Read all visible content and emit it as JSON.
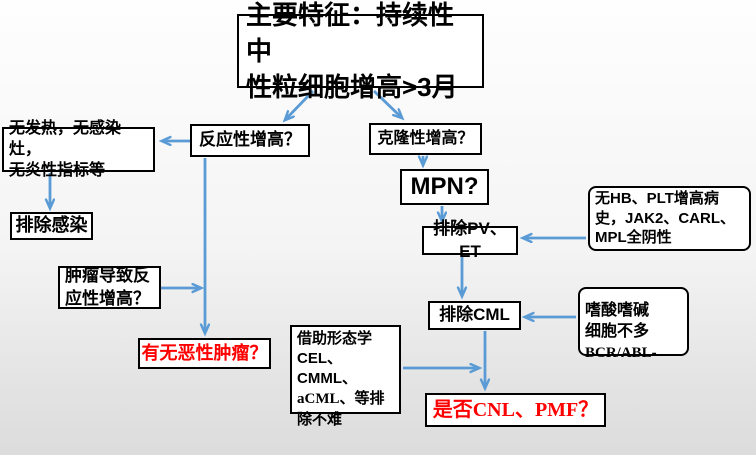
{
  "slide": {
    "background_top": "#fefefe",
    "background_bottom": "#dcdcdc"
  },
  "colors": {
    "arrow": "#5b9bd5",
    "box_border": "#000000",
    "box_background": "#ffffff",
    "text": "#000000",
    "highlight_red": "#ff0000"
  },
  "nodes": {
    "title": {
      "text": "主要特征：持续性中\n性粒细胞增高>3月"
    },
    "no_fever": {
      "text": "无发热，无感染灶，\n无炎性指标等"
    },
    "reactive": {
      "text": "反应性增高？"
    },
    "clonal": {
      "text": "克隆性增高？"
    },
    "exclude_infection": {
      "text": "排除感染"
    },
    "mpn": {
      "text": "MPN?"
    },
    "no_hb": {
      "text": "无HB、PLT增高病\n史，JAK2、CARL、\nMPL全阴性"
    },
    "exclude_pv_et": {
      "text": "排除PV、ET"
    },
    "tumor": {
      "text": "肿瘤导致反\n应性增高？"
    },
    "eos": {
      "line_sans": "嗜酸嗜碱\n细胞不多\n",
      "line_serif": "BCR/ABL-"
    },
    "exclude_cml": {
      "text": "排除CML"
    },
    "morphology": {
      "p1": "借助形态学\nCEL、CMML、\n",
      "p2": "aCML",
      "p3": "、等排\n除不难"
    },
    "malignancy": {
      "text": "有无恶性肿瘤？"
    },
    "cnl_pmf": {
      "text": "是否CNL、PMF？"
    }
  },
  "edges": [
    {
      "from": "title",
      "to": "reactive"
    },
    {
      "from": "title",
      "to": "clonal"
    },
    {
      "from": "reactive",
      "to": "no_fever"
    },
    {
      "from": "no_fever",
      "to": "exclude_infection"
    },
    {
      "from": "reactive",
      "to": "malignancy"
    },
    {
      "from": "tumor",
      "to": "reactive-malignancy-line"
    },
    {
      "from": "clonal",
      "to": "mpn"
    },
    {
      "from": "mpn",
      "to": "exclude_pv_et"
    },
    {
      "from": "no_hb",
      "to": "exclude_pv_et"
    },
    {
      "from": "exclude_pv_et",
      "to": "exclude_cml"
    },
    {
      "from": "eos",
      "to": "exclude_cml"
    },
    {
      "from": "exclude_cml",
      "to": "cnl_pmf"
    },
    {
      "from": "morphology",
      "to": "exclude_cml-cnl_pmf-line"
    }
  ]
}
